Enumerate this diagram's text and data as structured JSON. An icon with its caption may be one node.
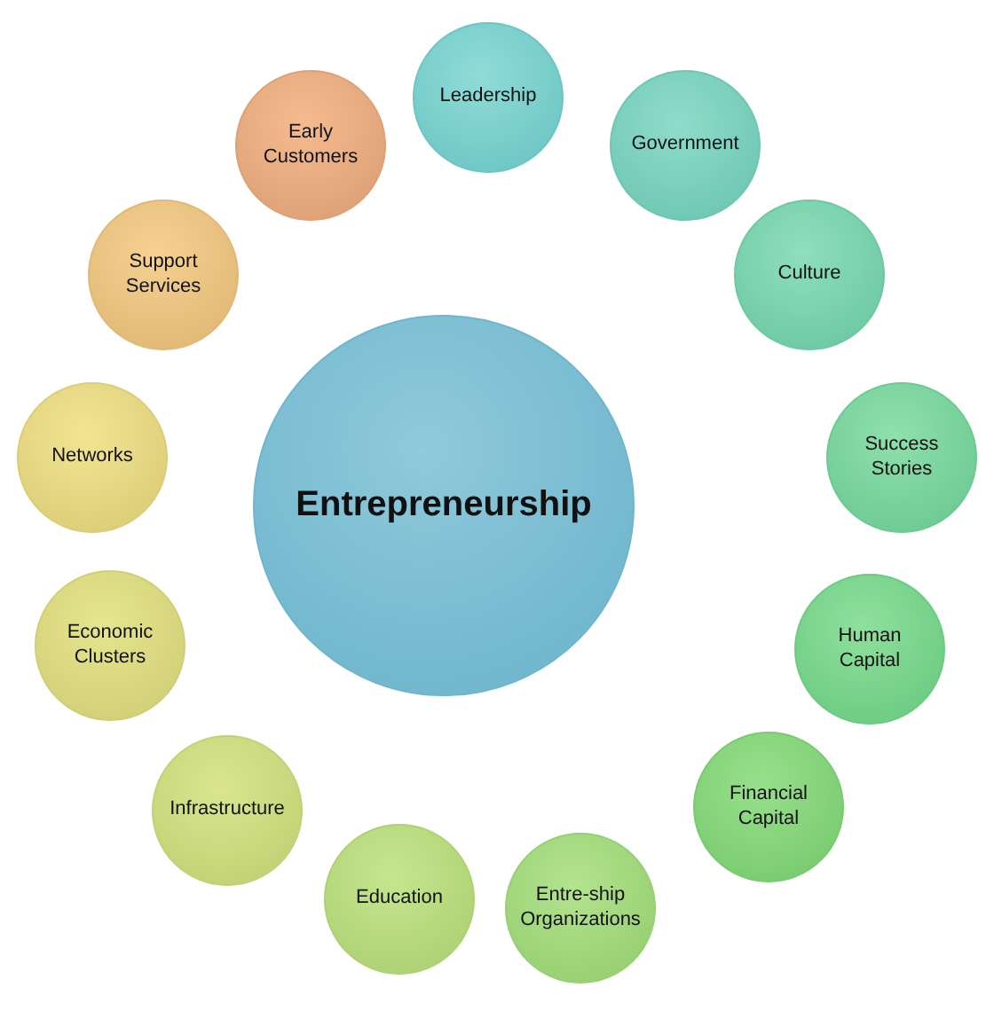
{
  "diagram": {
    "nodes": [
      {
        "text": [
          "Entrepreneurship"
        ]
      },
      {
        "text": [
          "Leadership"
        ]
      },
      {
        "text": [
          "Government"
        ]
      },
      {
        "text": [
          "Culture"
        ]
      },
      {
        "text": [
          "Success Stories"
        ]
      },
      {
        "text": [
          "Human Capital"
        ]
      },
      {
        "text": [
          "Financial Capital"
        ]
      },
      {
        "text": [
          "Entre-ship Organizations"
        ]
      },
      {
        "text": [
          "Education"
        ]
      },
      {
        "text": [
          "Infrastructure"
        ]
      },
      {
        "text": [
          "Economic Clusters"
        ]
      },
      {
        "text": [
          "Networks"
        ]
      },
      {
        "text": [
          "Support Services"
        ]
      },
      {
        "text": [
          "Early Customers"
        ]
      }
    ]
  }
}
